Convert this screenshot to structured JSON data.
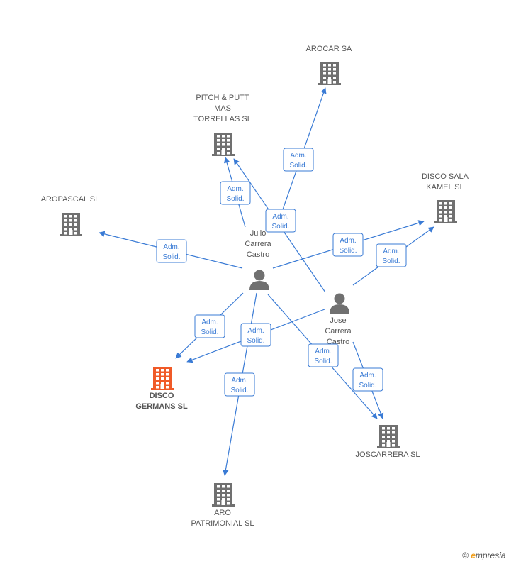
{
  "colors": {
    "edge": "#3a7bd5",
    "node": "#707070",
    "highlight": "#f05a28",
    "badge_border": "#3a7bd5"
  },
  "nodes": [
    {
      "id": "julio",
      "kind": "person",
      "label": [
        "Julio",
        "Carrera",
        "Castro"
      ]
    },
    {
      "id": "jose",
      "kind": "person",
      "label": [
        "Jose",
        "Carrera",
        "Castro"
      ]
    },
    {
      "id": "arocar",
      "kind": "company",
      "label": [
        "AROCAR SA"
      ]
    },
    {
      "id": "pitch",
      "kind": "company",
      "label": [
        "PITCH & PUTT",
        "MAS",
        "TORRELLAS SL"
      ]
    },
    {
      "id": "discosala",
      "kind": "company",
      "label": [
        "DISCO SALA",
        "KAMEL SL"
      ]
    },
    {
      "id": "aropascal",
      "kind": "company",
      "label": [
        "AROPASCAL  SL"
      ]
    },
    {
      "id": "discogermans",
      "kind": "company",
      "highlight": true,
      "label": [
        "DISCO",
        "GERMANS SL"
      ]
    },
    {
      "id": "joscarrera",
      "kind": "company",
      "label": [
        "JOSCARRERA SL"
      ]
    },
    {
      "id": "aro",
      "kind": "company",
      "label": [
        "ARO",
        "PATRIMONIAL SL"
      ]
    }
  ],
  "edges": [
    {
      "from": "julio",
      "to": "arocar",
      "label": [
        "Adm.",
        "Solid."
      ]
    },
    {
      "from": "julio",
      "to": "pitch",
      "label": [
        "Adm.",
        "Solid."
      ]
    },
    {
      "from": "julio",
      "to": "aropascal",
      "label": [
        "Adm.",
        "Solid."
      ]
    },
    {
      "from": "julio",
      "to": "discosala",
      "label": [
        "Adm.",
        "Solid."
      ]
    },
    {
      "from": "julio",
      "to": "discogermans",
      "label": [
        "Adm.",
        "Solid."
      ]
    },
    {
      "from": "julio",
      "to": "aro",
      "label": [
        "Adm.",
        "Solid."
      ]
    },
    {
      "from": "julio",
      "to": "joscarrera",
      "label": [
        "Adm.",
        "Solid."
      ]
    },
    {
      "from": "jose",
      "to": "pitch",
      "label": [
        "Adm.",
        "Solid."
      ]
    },
    {
      "from": "jose",
      "to": "discosala",
      "label": [
        "Adm.",
        "Solid."
      ]
    },
    {
      "from": "jose",
      "to": "discogermans",
      "label": [
        "Adm.",
        "Solid."
      ]
    },
    {
      "from": "jose",
      "to": "joscarrera",
      "label": [
        "Adm.",
        "Solid."
      ]
    }
  ],
  "footer": {
    "copyright_symbol": "©",
    "brand_initial": "e",
    "brand_rest": "mpresia"
  }
}
